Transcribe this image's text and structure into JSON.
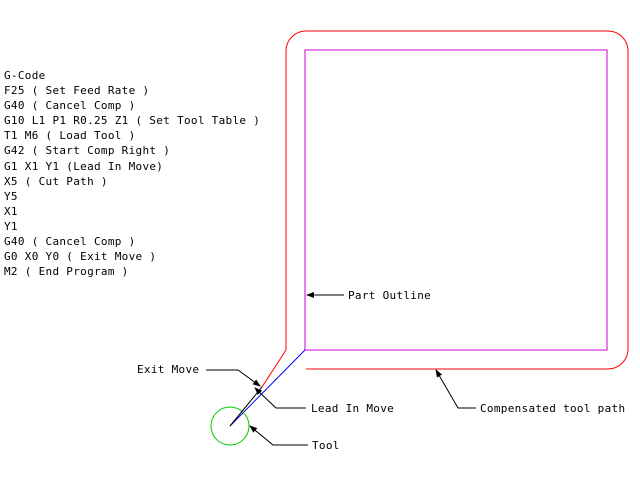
{
  "gcode": {
    "lines": [
      "G-Code",
      "F25 ( Set Feed Rate )",
      "G40 ( Cancel Comp )",
      "G10 L1 P1 R0.25 Z1 ( Set Tool Table )",
      "T1 M6 ( Load Tool )",
      "G42 ( Start Comp Right )",
      "G1 X1 Y1 (Lead In Move)",
      "X5 ( Cut Path )",
      "Y5",
      "X1",
      "Y1",
      "G40 ( Cancel Comp )",
      "G0 X0 Y0 ( Exit Move )",
      "M2 ( End Program )"
    ]
  },
  "labels": {
    "part_outline": "Part Outline",
    "exit_move": "Exit Move",
    "lead_in_move": "Lead In Move",
    "tool": "Tool",
    "compensated_tool_path": "Compensated tool path"
  },
  "colors": {
    "part_outline": "#cc00cc",
    "compensated_path": "#ff0000",
    "tool_circle": "#00cc00",
    "lead_in_line": "#0000ff",
    "leader_lines": "#000000"
  },
  "icons": {
    "leader_arrow": "arrowhead"
  }
}
